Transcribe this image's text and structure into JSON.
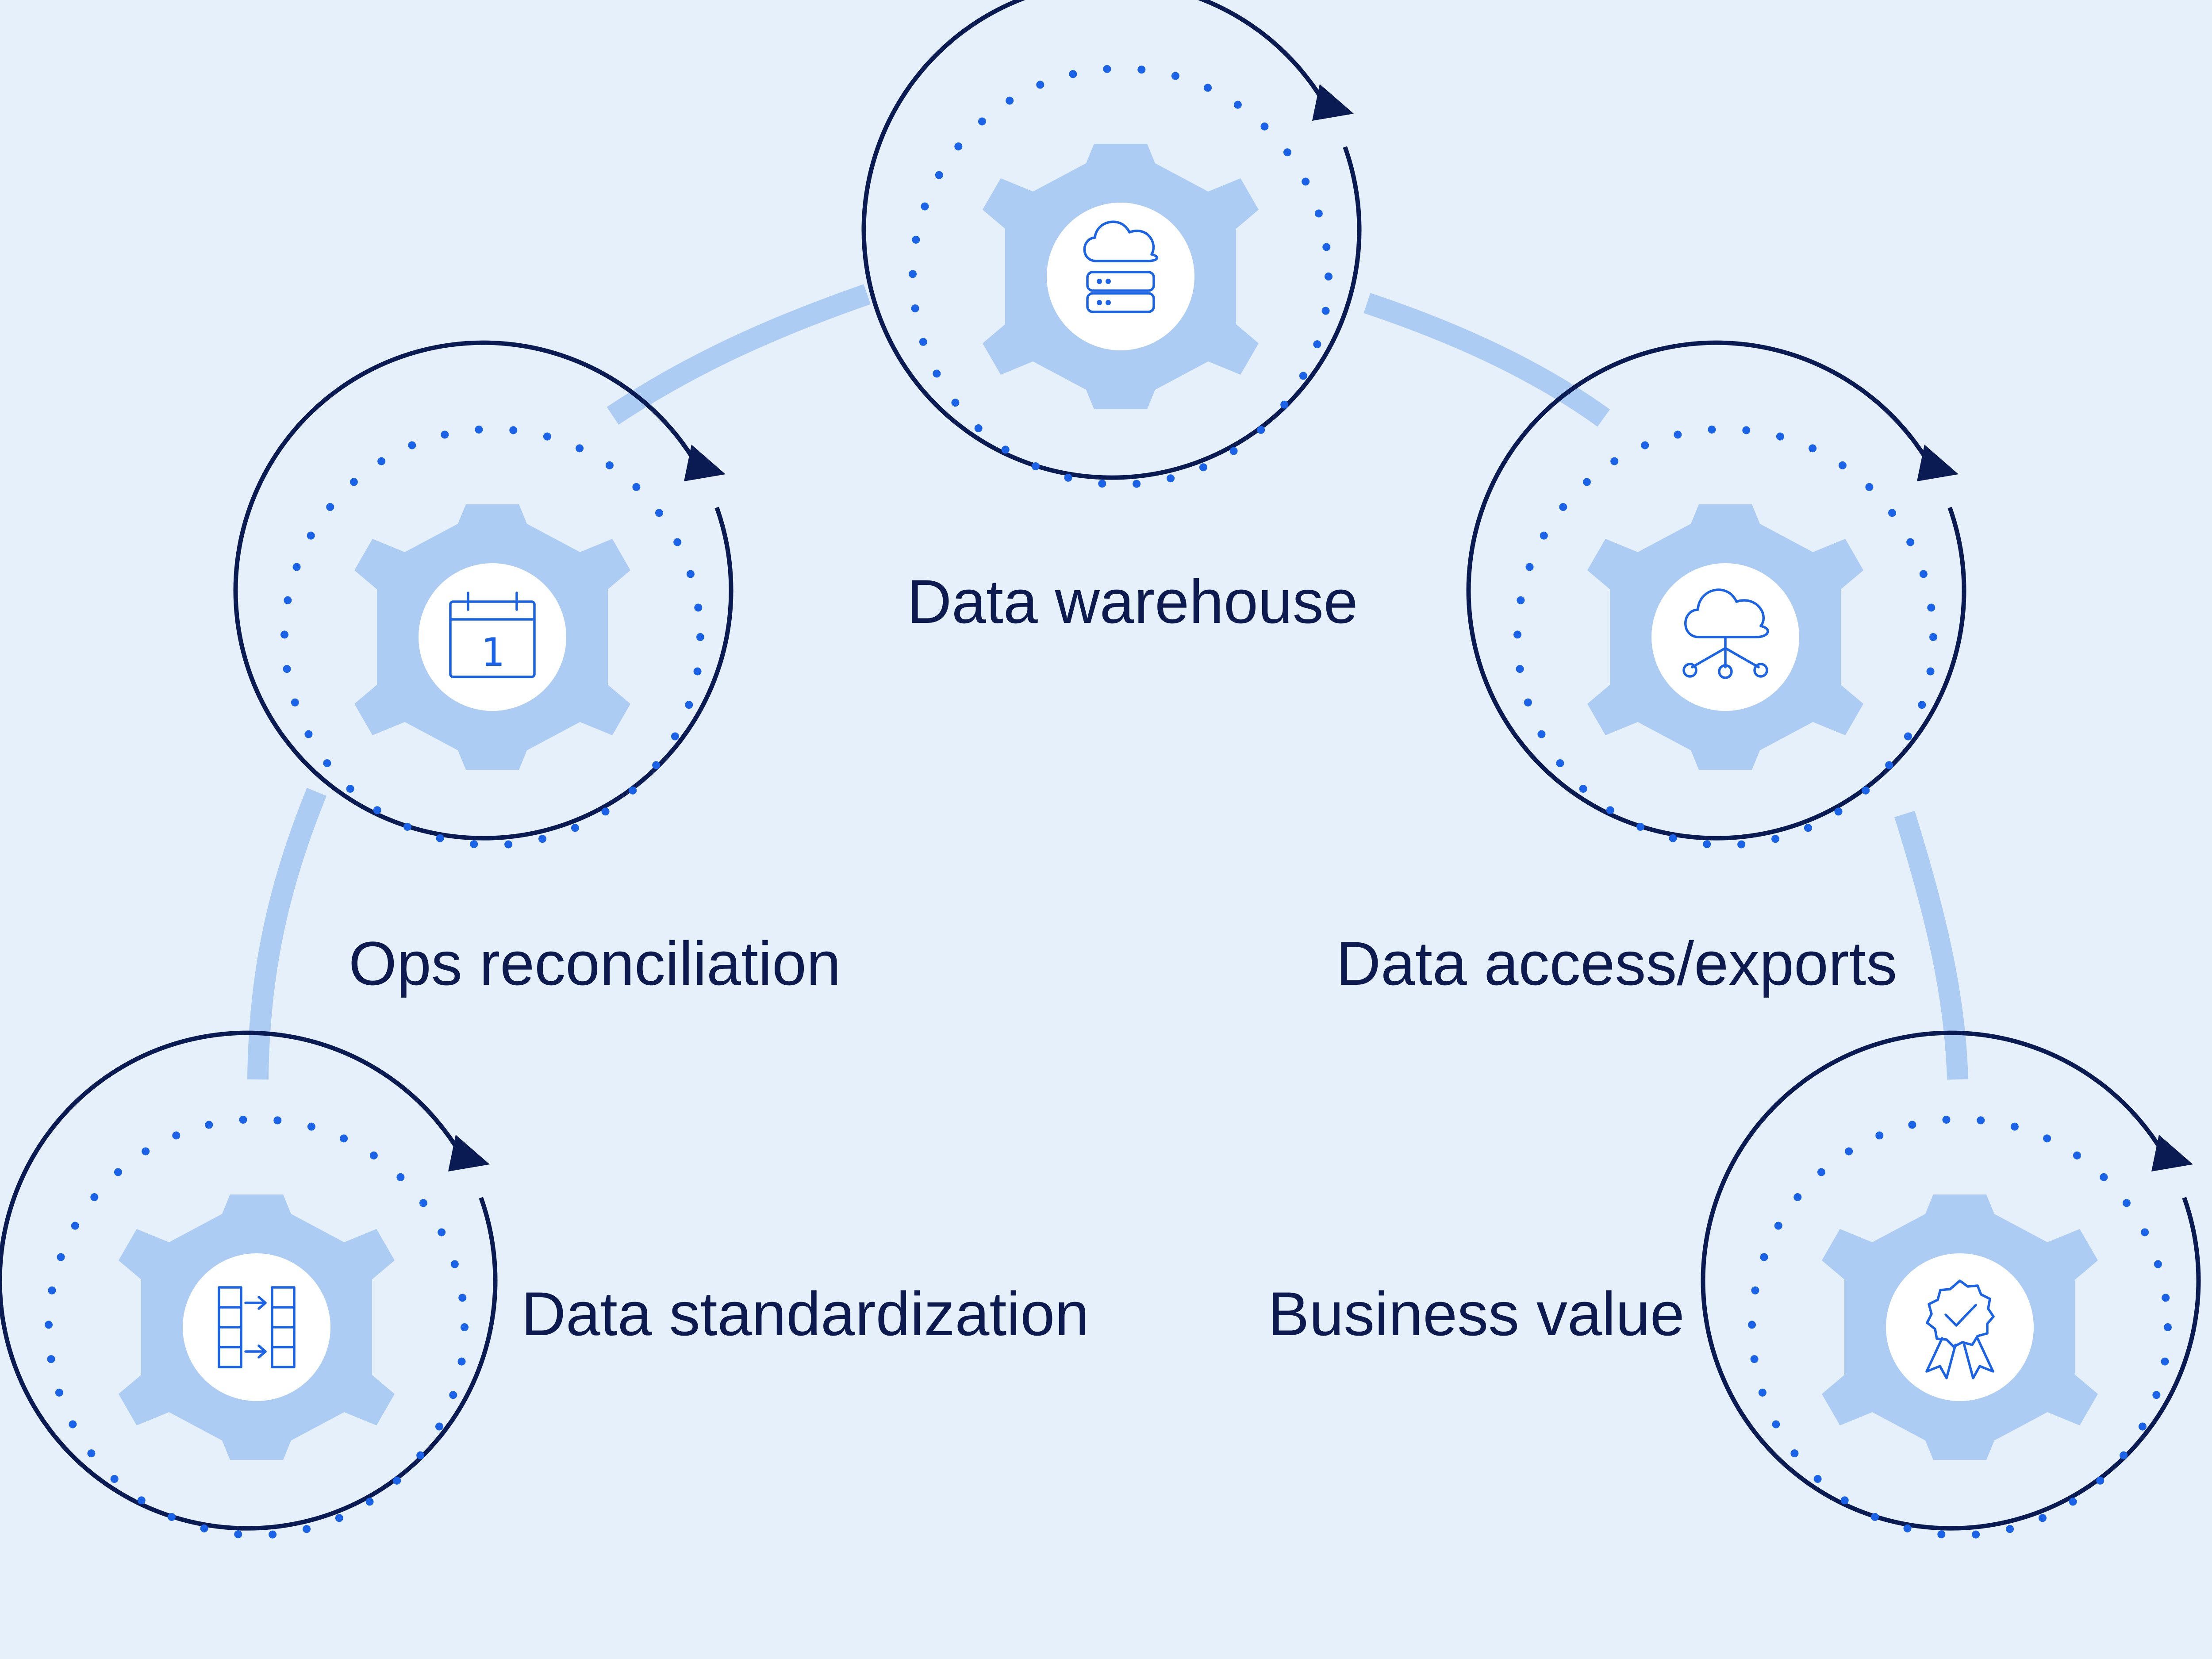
{
  "colors": {
    "background": "#e6f0fa",
    "ring": "#0a1a52",
    "dots": "#1a63e8",
    "gear": "#acccf3",
    "icon": "#1a63e8",
    "text": "#0d1a4f"
  },
  "nodes": [
    {
      "id": "data-standardization",
      "label": "Data standardization",
      "icon": "table-transform-icon"
    },
    {
      "id": "ops-reconciliation",
      "label": "Ops reconciliation",
      "icon": "calendar-icon",
      "icon_text": "1"
    },
    {
      "id": "data-warehouse",
      "label": "Data warehouse",
      "icon": "cloud-server-icon"
    },
    {
      "id": "data-access-exports",
      "label": "Data access/exports",
      "icon": "cloud-network-icon"
    },
    {
      "id": "business-value",
      "label": "Business value",
      "icon": "award-badge-icon"
    }
  ]
}
